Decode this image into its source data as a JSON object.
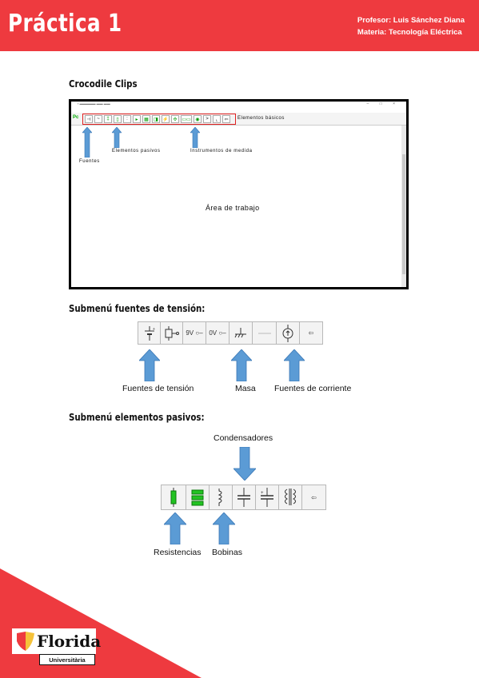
{
  "header": {
    "title": "Práctica 1",
    "profesor": "Profesor: Luis Sánchez Diana",
    "materia": "Materia: Tecnología Eléctrica"
  },
  "sections": {
    "crocodile": "Crocodile Clips",
    "fuentes": "Submenú fuentes de tensión:",
    "pasivos": "Submenú elementos pasivos:"
  },
  "app": {
    "toolbar_label": "Elementos básicos",
    "annotations": {
      "fuentes": "Fuentes",
      "pasivos": "Elementos pasivos",
      "instrumentos": "Instrumentos de medida"
    },
    "work_area": "Área de trabajo"
  },
  "fuentes_toolbar": {
    "btn_9v": "9V",
    "btn_0v": "0V"
  },
  "fuentes_captions": {
    "tension": "Fuentes de tensión",
    "masa": "Masa",
    "corriente": "Fuentes de corriente"
  },
  "pasivos_captions": {
    "condensadores": "Condensadores",
    "resistencias": "Resistencias",
    "bobinas": "Bobinas"
  },
  "logo": {
    "brand": "Florida",
    "sub": "Universitària"
  },
  "colors": {
    "brand_red": "#ee3a3f",
    "arrow_blue": "#5b9bd5"
  }
}
